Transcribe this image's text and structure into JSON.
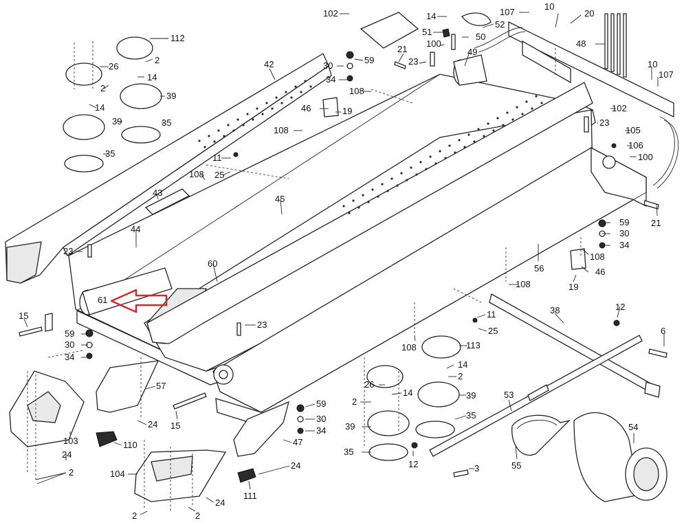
{
  "diagram": {
    "callout_color": "#d22b2b",
    "labels": {
      "p102a": "102",
      "p14a": "14",
      "p107a": "107",
      "p10a": "10",
      "p20": "20",
      "p112": "112",
      "p52": "52",
      "p51": "51",
      "p50": "50",
      "p2a": "2",
      "p26a": "26",
      "p14b": "14",
      "p21a": "21",
      "p100a": "100",
      "p48": "48",
      "p42": "42",
      "p30a": "30",
      "p59a": "59",
      "p23a": "23",
      "p49": "49",
      "p10b": "10",
      "p107b": "107",
      "p2b": "2",
      "p39a": "39",
      "p14c": "14",
      "p34a": "34",
      "p108a": "108",
      "p46a": "46",
      "p19a": "19",
      "p39b": "39",
      "p35a": "35",
      "p102b": "102",
      "p108b": "108",
      "p23b": "23",
      "p105": "105",
      "p35b": "35",
      "p106": "106",
      "p11a": "11",
      "p100b": "100",
      "p108c": "108",
      "p25a": "25",
      "p43": "43",
      "p45": "45",
      "p21b": "21",
      "p44": "44",
      "p59b": "59",
      "p30b": "30",
      "p23c": "23",
      "p34b": "34",
      "p60": "60",
      "p108d": "108",
      "p56": "56",
      "p46b": "46",
      "p19b": "19",
      "p61": "61",
      "p108e": "108",
      "p38": "38",
      "p11b": "11",
      "p12a": "12",
      "p15a": "15",
      "p23d": "23",
      "p25b": "25",
      "p59c": "59",
      "p6": "6",
      "p30c": "30",
      "p108f": "108",
      "p113": "113",
      "p34c": "34",
      "p14d": "14",
      "p2c": "2",
      "p26b": "26",
      "p57": "57",
      "p2d": "2",
      "p14e": "14",
      "p39c": "39",
      "p53": "53",
      "p59d": "59",
      "p24a": "24",
      "p15b": "15",
      "p30d": "30",
      "p39d": "39",
      "p35c": "35",
      "p54": "54",
      "p34d": "34",
      "p110": "110",
      "p103": "103",
      "p47": "47",
      "p24b": "24",
      "p35d": "35",
      "p12b": "12",
      "p55": "55",
      "p2e": "2",
      "p104": "104",
      "p3": "3",
      "p24c": "24",
      "p111": "111",
      "p24d": "24",
      "p2f": "2",
      "p2g": "2"
    }
  }
}
